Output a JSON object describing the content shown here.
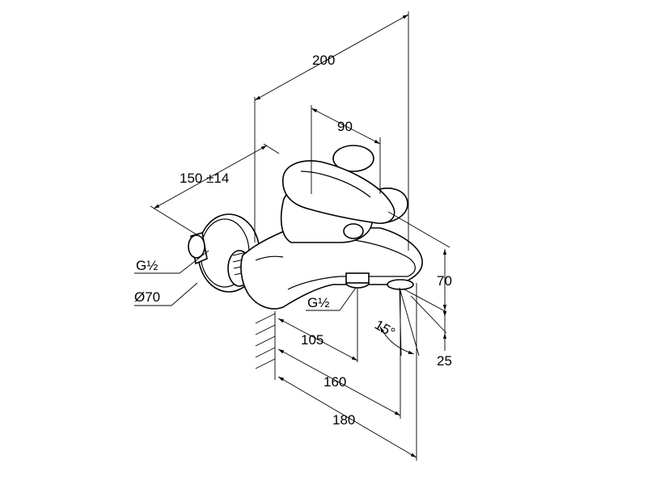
{
  "dimensions": {
    "overall_width": "200",
    "handle_width": "90",
    "connection_spacing": "150 ±14",
    "height": "70",
    "spout_offset": "25",
    "angle": "15°",
    "depth_1": "105",
    "depth_2": "160",
    "depth_3": "180"
  },
  "labels": {
    "thread_left": "G½",
    "thread_outlet": "G½",
    "escutcheon_diameter": "Ø70"
  }
}
